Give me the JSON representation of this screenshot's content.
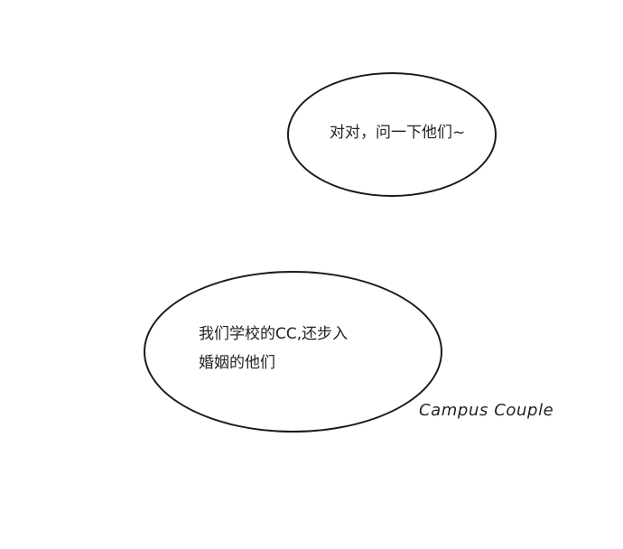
{
  "bubbles": {
    "top": {
      "text": "对对，问一下他们~"
    },
    "bottom": {
      "line1": "我们学校的CC,还步入",
      "line2": "婚姻的他们"
    }
  },
  "caption": "Campus Couple",
  "colors": {
    "background": "#ffffff",
    "ink": "#1a1a1a"
  }
}
